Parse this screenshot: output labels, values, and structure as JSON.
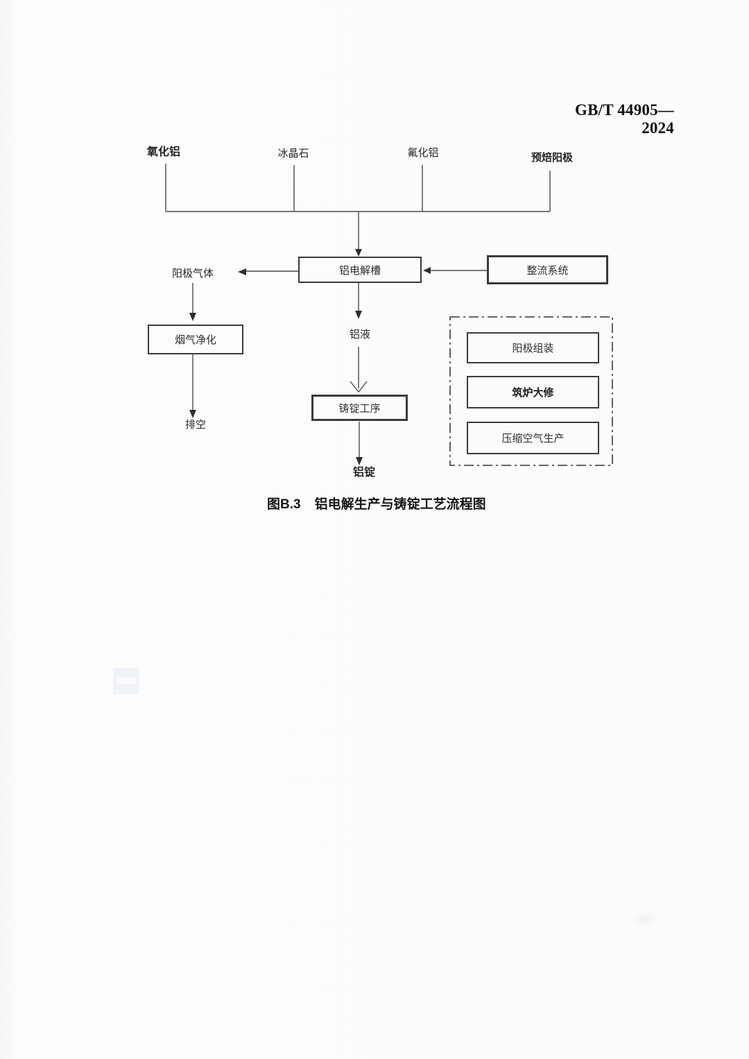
{
  "header": {
    "standard_number": "GB/T 44905—2024"
  },
  "figure": {
    "caption_label": "图B.3",
    "caption_title": "铝电解生产与铸锭工艺流程图"
  },
  "flowchart": {
    "inputs": [
      {
        "label": "氧化铝"
      },
      {
        "label": "冰晶石"
      },
      {
        "label": "氟化铝"
      },
      {
        "label": "预焙阳极"
      }
    ],
    "process_boxes": {
      "electrolysis_cell": "铝电解槽",
      "rectifier_system": "整流系统",
      "flue_gas_purification": "烟气净化",
      "casting_process": "铸锭工序"
    },
    "auxiliary_boxes": [
      {
        "label": "阳极组装"
      },
      {
        "label": "筑炉大修"
      },
      {
        "label": "压缩空气生产"
      }
    ],
    "stream_labels": {
      "anode_gas": "阳极气体",
      "aluminum_liquid": "铝液",
      "vent": "排空",
      "aluminum_ingot": "铝锭"
    }
  },
  "colors": {
    "line": "#4a4a4a",
    "box_border": "#3a3a3a",
    "text": "#1f1f1f",
    "page_bg": "#fcfcfc",
    "watermark_bg": "#e9edf5"
  }
}
